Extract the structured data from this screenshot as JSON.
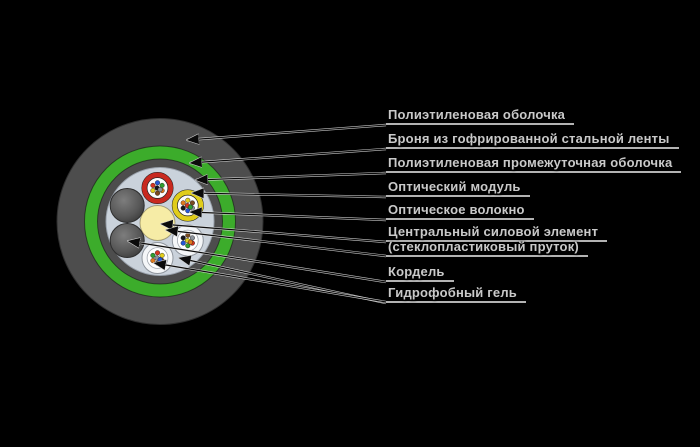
{
  "diagram": {
    "type": "fiber-optic-cable-cross-section",
    "labels": {
      "sheath": "Полиэтиленовая оболочка",
      "armor": "Броня из гофрированной стальной ленты",
      "inner_sheath": "Полиэтиленовая промежуточная оболочка",
      "module": "Оптический модуль",
      "fiber": "Оптическое волокно",
      "strength_line1": "Центральный силовой элемент",
      "strength_line2": "(стеклопластиковый пруток)",
      "cordel": "Кордель",
      "gel": "Гидрофобный гель"
    },
    "colors": {
      "background": "#000000",
      "sheath": "#4d4d4d",
      "armor": "#3cac2b",
      "interior": "#cad2db",
      "strength_member": "#f6eca6",
      "module_red": "#c8291f",
      "module_yellow": "#e0cd1a",
      "module_white": "#f4f6f8",
      "cordel": "#565656",
      "pointer_halo": "#e9e9e9",
      "pointer_core": "#0b0b0b",
      "label_text": "#c9c9c9",
      "fiber_palette": [
        "#2456d6",
        "#d8341f",
        "#2f9e2f",
        "#e3cf1d",
        "#e07a1f",
        "#7a4a20",
        "#16161a",
        "#8d939b"
      ]
    }
  }
}
